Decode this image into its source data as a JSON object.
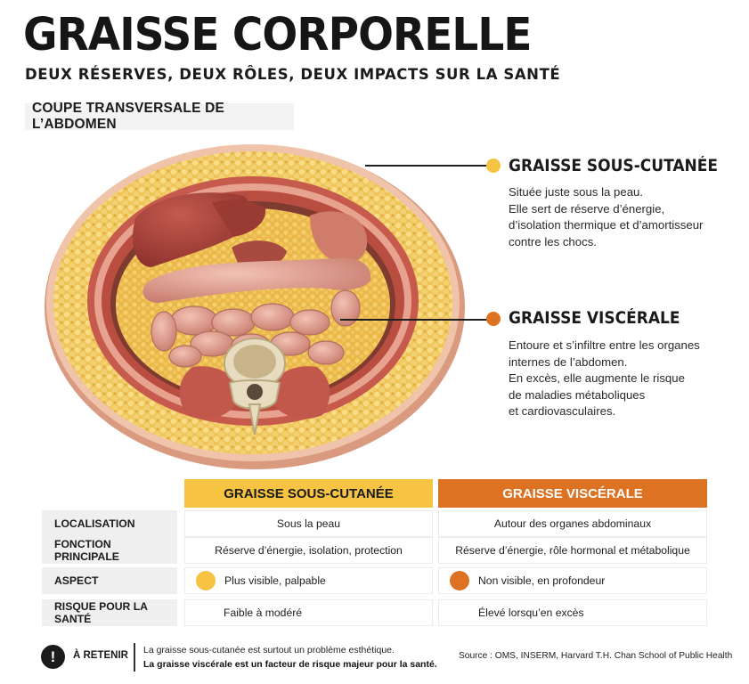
{
  "header": {
    "title": "GRAISSE CORPORELLE",
    "subtitle": "DEUX RÉSERVES, DEUX RÔLES, DEUX IMPACTS SUR LA SANTÉ"
  },
  "illustration": {
    "section_label": "COUPE TRANSVERSALE DE L’ABDOMEN"
  },
  "callouts": [
    {
      "title": "GRAISSE SOUS-CUTANÉE",
      "color": "#f6c343",
      "lines": [
        "Située juste sous la peau.",
        "Elle sert de réserve d’énergie,",
        "d’isolation thermique et d’amortisseur",
        "contre les chocs."
      ]
    },
    {
      "title": "GRAISSE VISCÉRALE",
      "color": "#dc7222",
      "lines": [
        "Entoure et s’infiltre entre les organes",
        "internes de l’abdomen.",
        "En excès, elle augmente le risque",
        "de maladies métaboliques",
        "et cardiovasculaires."
      ]
    }
  ],
  "table": {
    "headers": [
      "GRAISSE SOUS-CUTANÉE",
      "GRAISSE VISCÉRALE"
    ],
    "header_colors": [
      "#f6c343",
      "#dc7222"
    ],
    "rows": [
      {
        "label": "LOCALISATION",
        "sub": "Sous la peau",
        "vis": "Autour des organes abdominaux"
      },
      {
        "label": "FONCTION PRINCIPALE",
        "sub": "Réserve d’énergie, isolation, protection",
        "vis": "Réserve d’énergie, rôle hormonal et métabolique"
      },
      {
        "label": "ASPECT",
        "sub": "Plus visible, palpable",
        "vis": "Non visible, en profondeur"
      },
      {
        "label": "RISQUE POUR LA SANTÉ",
        "sub": "Faible à modéré",
        "vis": "Élevé lorsqu’en excès"
      }
    ]
  },
  "footer": {
    "icon": "exclamation-icon",
    "retain_label": "À RETENIR",
    "line1": "La graisse sous-cutanée est surtout un problème esthétique.",
    "line2": "La graisse viscérale est un facteur de risque majeur pour la santé.",
    "source": "Source : OMS, INSERM, Harvard T.H. Chan School of Public Health"
  }
}
